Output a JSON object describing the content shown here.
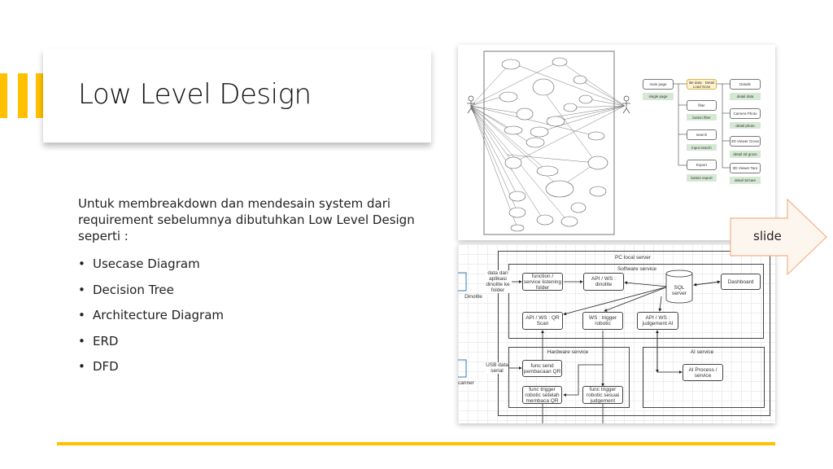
{
  "slide": {
    "title": "Low Level Design",
    "intro": "Untuk membreakdown dan mendesain system dari requirement sebelumnya dibutuhkan Low Level Design seperti :",
    "bullets": [
      "Usecase Diagram",
      "Decision Tree",
      "Architecture Diagram",
      "ERD",
      "DFD"
    ],
    "next_label": "slide"
  },
  "colors": {
    "accent": "#ffc000",
    "arrow_fill": "#fdf6ee",
    "arrow_stroke": "#f4b183",
    "note_green": "#d5e8d4",
    "note_yellow": "#fff2cc"
  },
  "decision_tree": {
    "main_page": "main page",
    "single_page": "single page",
    "list_data": "lite data · Detail Load Scan",
    "filter": "filter",
    "button_filter": "button filter",
    "search": "search",
    "input_search": "input search",
    "export": "Export",
    "button_export": "button export",
    "details": "Details",
    "detail_data": "detail data",
    "camera_photo": "Camera Photo",
    "detail_photo": "detail photo",
    "viewer_gross": "3D Viewer Gross",
    "detail_gross": "detail 3d gross",
    "viewer_tare": "3D Viewer Tare",
    "detail_tare": "detail 3d tare"
  },
  "architecture": {
    "pc_local_server": "PC local server",
    "software_service": "Software service",
    "hardware_service": "Hardware service",
    "ai_service": "AI service",
    "listening_folder": "function / service listening folder",
    "api_dinolite": "API / WS : dinolite",
    "sql_server": "SQL server",
    "dashboard": "Dashboard",
    "api_qr": "API / WS : QR Scan",
    "ws_robotic": "WS : trigger robotic",
    "api_judgement": "API / WS : judgement AI",
    "func_send_qr": "func send pembacaan QR",
    "func_trigger_after_qr": "func trigger robotic setelah membaca QR",
    "func_trigger_judgement": "func trigger robotic sesuai judgement",
    "ai_process": "AI Process / service",
    "dinolite_note": "data dari aplikasi dinolite ke folder",
    "dinolite": "Dinolite",
    "usb_note": "USB data serial",
    "scanner": "canner"
  }
}
